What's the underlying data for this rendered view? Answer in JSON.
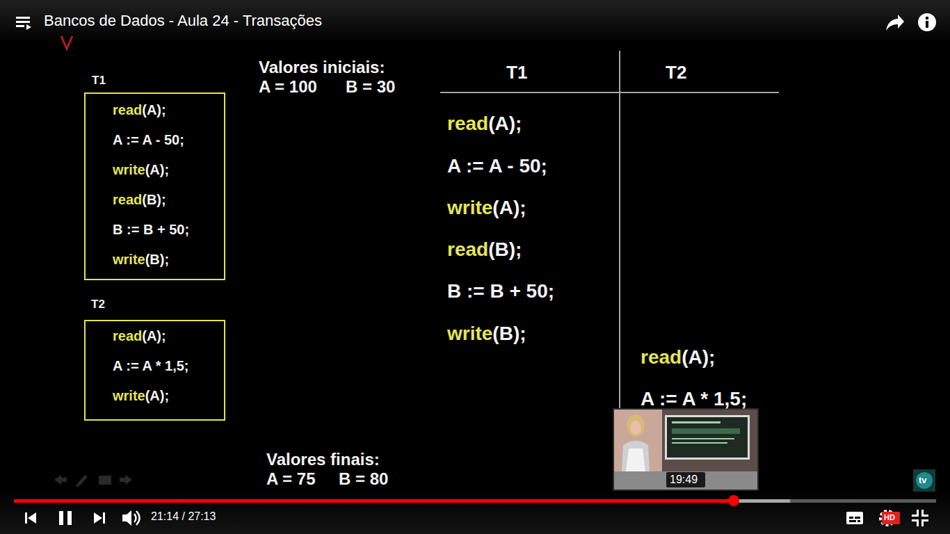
{
  "diagram": {
    "title": "Bancos de Dados - Aula 24 - Transações",
    "nodes": [
      {
        "text": [
          "T1",
          "read",
          "(A);",
          "A := A - 50;",
          "write",
          "(A);",
          "read",
          "(B);",
          "B := B + 50;",
          "write",
          "(B);"
        ]
      },
      {
        "text": [
          "T2",
          "read",
          "(A);",
          "A := A * 1,5;",
          "write",
          "(A);"
        ]
      }
    ],
    "labels": [
      "Valores iniciais:",
      "A = 100",
      "B = 30",
      "T1",
      "T2",
      "read",
      "(A);",
      "A := A - 50;",
      "write",
      "(A);",
      "read",
      "(B);",
      "B := B + 50;",
      "write",
      "(B);",
      "read",
      "(A);",
      "A := A * 1,5;",
      "Valores finais:",
      "A = 75",
      "B = 80",
      "19:49",
      "21:14 / 27:13",
      "HD",
      "tv"
    ]
  }
}
